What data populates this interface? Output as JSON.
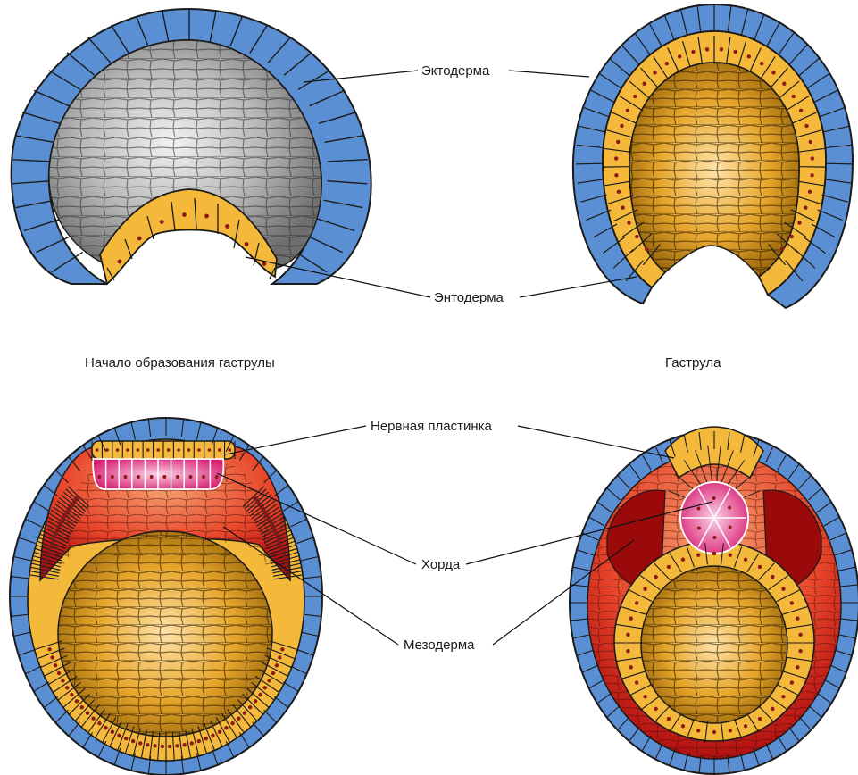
{
  "labels": {
    "ectoderm": "Эктодерма",
    "endoderm": "Энтодерма",
    "neural_plate": "Нервная пластинка",
    "chorda": "Хорда",
    "mesoderm": "Мезодерма"
  },
  "captions": {
    "early": "Начало образования гаструлы",
    "gastrula": "Гаструла"
  },
  "colors": {
    "ectoderm": "#5b8fd4",
    "endoderm": "#f4b93a",
    "yolk_gray": "#9a9a9a",
    "yolk_gold": "#e0a020",
    "chorda": "#e0408a",
    "mesoderm": "#e8452a",
    "nucleus": "#8b1a1a",
    "cell_outline": "#1b1b1b"
  },
  "icons": {
    "early_gastrula": "early-gastrula-cross-section",
    "gastrula": "gastrula-cross-section",
    "neurula_longitudinal": "neurula-longitudinal-section",
    "neurula_transverse": "neurula-transverse-section"
  }
}
